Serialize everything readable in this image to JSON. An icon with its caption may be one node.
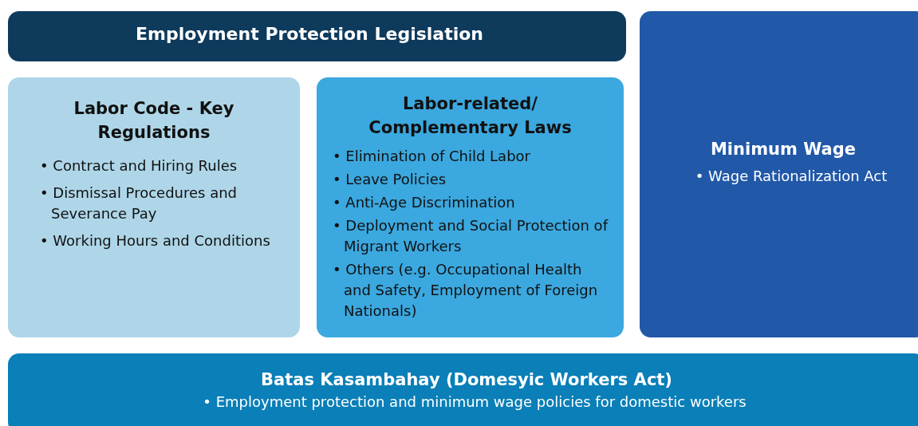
{
  "diagram": {
    "nodes": [
      {
        "text": [
          "Employment Protection Legislation"
        ]
      },
      {
        "text": [
          "Labor Code - Key Regulations",
          "• Contract and Hiring Rules",
          "• Dismissal Procedures and Severance Pay",
          "• Working Hours and Conditions"
        ]
      },
      {
        "text": [
          "Labor-related/ Complementary Laws",
          "• Elimination of Child Labor",
          "• Leave Policies",
          "• Anti-Age Discrimination",
          "• Deployment and Social Protection of Migrant Workers",
          "• Others (e.g. Occupational Health and Safety, Employment of Foreign Nationals)"
        ]
      },
      {
        "text": [
          "Minimum Wage",
          "• Wage Rationalization Act"
        ]
      },
      {
        "text": [
          "Batas Kasambahay (Domesyic Workers Act)",
          "• Employment protection and minimum wage policies for domestic workers"
        ]
      }
    ]
  }
}
